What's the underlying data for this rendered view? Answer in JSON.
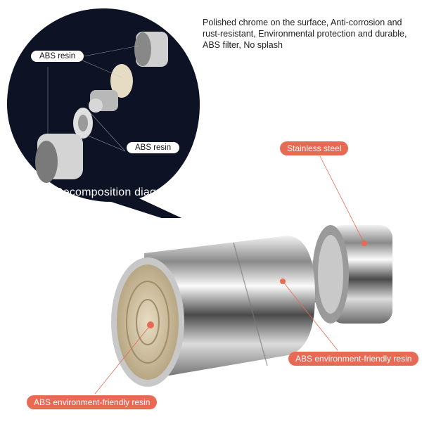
{
  "description_text": "Polished chrome on the surface, Anti-corrosion and rust-resistant, Environmental protection and durable, ABS filter, No splash",
  "bubble": {
    "title": "Decomposition diagram",
    "label_top": "ABS resin",
    "label_bottom": "ABS resin"
  },
  "callouts": {
    "stainless": "Stainless steel",
    "abs_right": "ABS environment-friendly resin",
    "abs_left": "ABS environment-friendly resin"
  },
  "colors": {
    "accent": "#e86a54",
    "bubble_bg": "#0d1224"
  }
}
